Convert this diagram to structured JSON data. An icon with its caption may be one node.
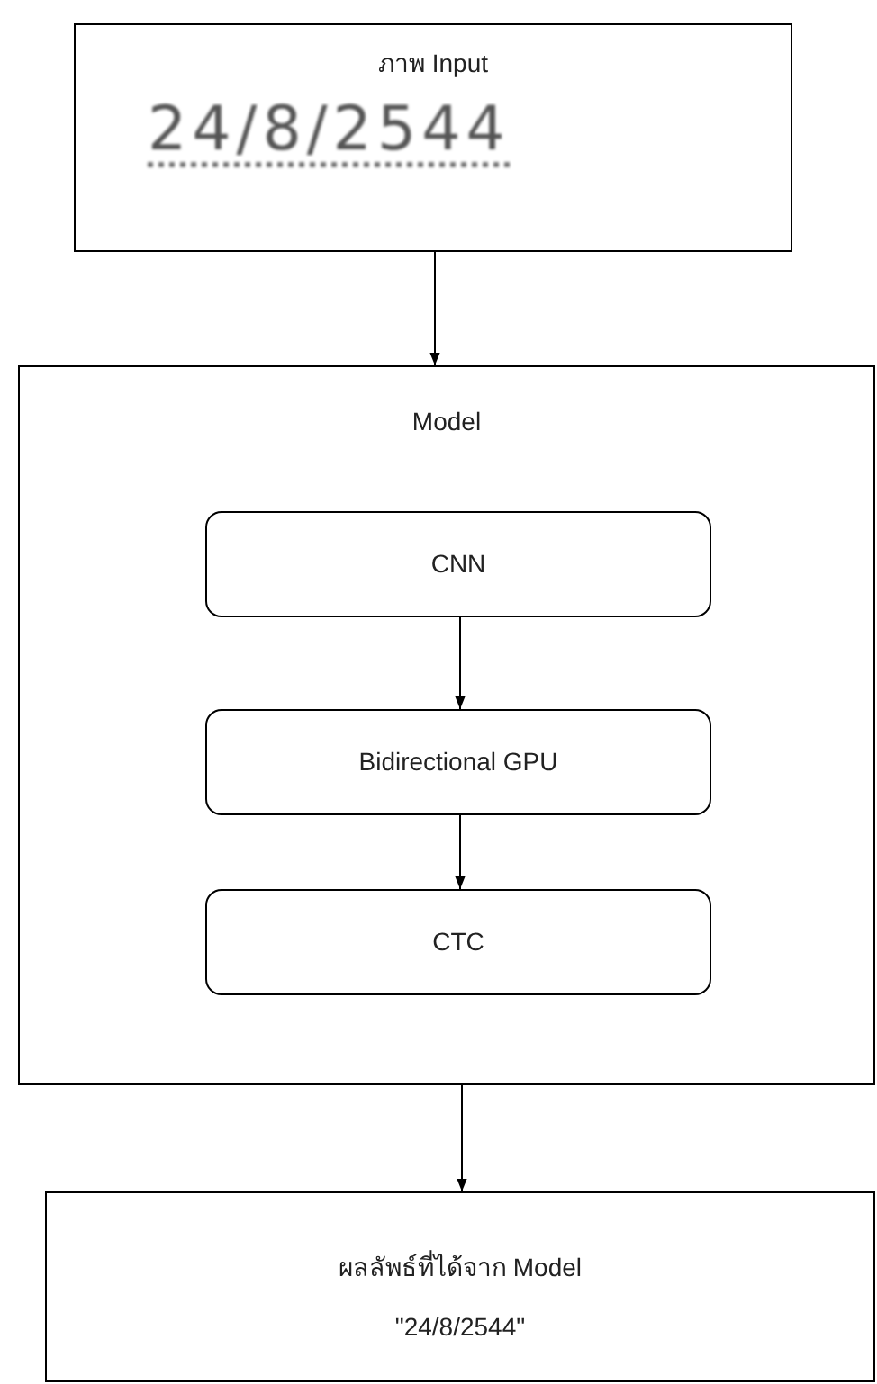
{
  "diagram": {
    "nodes": [
      {
        "text": [
          "ภาพ Input",
          "24/8/2544"
        ]
      },
      {
        "text": [
          "Model"
        ]
      },
      {
        "text": [
          "CNN"
        ],
        "in": 1
      },
      {
        "text": [
          "Bidirectional GPU"
        ],
        "in": 1
      },
      {
        "text": [
          "CTC"
        ],
        "in": 1
      },
      {
        "text": [
          "ผลลัพธ์ที่ได้จาก Model",
          "\"24/8/2544\""
        ]
      }
    ],
    "edges": [
      {
        "from": 0,
        "to": 1,
        "arrow": "to"
      },
      {
        "from": 2,
        "to": 3,
        "arrow": "to"
      },
      {
        "from": 3,
        "to": 4,
        "arrow": "to"
      },
      {
        "from": 1,
        "to": 5,
        "arrow": "to"
      }
    ]
  }
}
